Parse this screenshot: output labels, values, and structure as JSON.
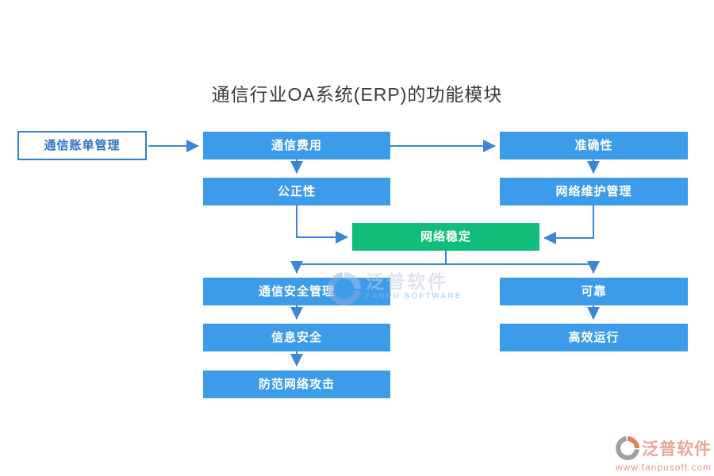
{
  "title": "通信行业OA系统(ERP)的功能模块",
  "nodes": {
    "billing": {
      "label": "通信账单管理"
    },
    "fee": {
      "label": "通信费用"
    },
    "fairness": {
      "label": "公正性"
    },
    "accuracy": {
      "label": "准确性"
    },
    "maintenance": {
      "label": "网络维护管理"
    },
    "stability": {
      "label": "网络稳定"
    },
    "security_mgmt": {
      "label": "通信安全管理"
    },
    "info_security": {
      "label": "信息安全"
    },
    "attack_prevention": {
      "label": "防范网络攻击"
    },
    "reliable": {
      "label": "可靠"
    },
    "efficient": {
      "label": "高效运行"
    }
  },
  "colors": {
    "box_blue": "#3d9ce9",
    "box_green": "#11bd7b",
    "outline_border": "#2e7fd1",
    "outline_text": "#3273c5",
    "arrow": "#3a87d8",
    "title_text": "#3b3b3b",
    "watermark_salmon": "#e8a79b"
  },
  "watermark_center": {
    "brand": "泛普软件",
    "subtitle": "FANPU SOFTWARE"
  },
  "watermark_corner": {
    "brand": "泛普软件",
    "url": "www.fanpusoft.com"
  }
}
